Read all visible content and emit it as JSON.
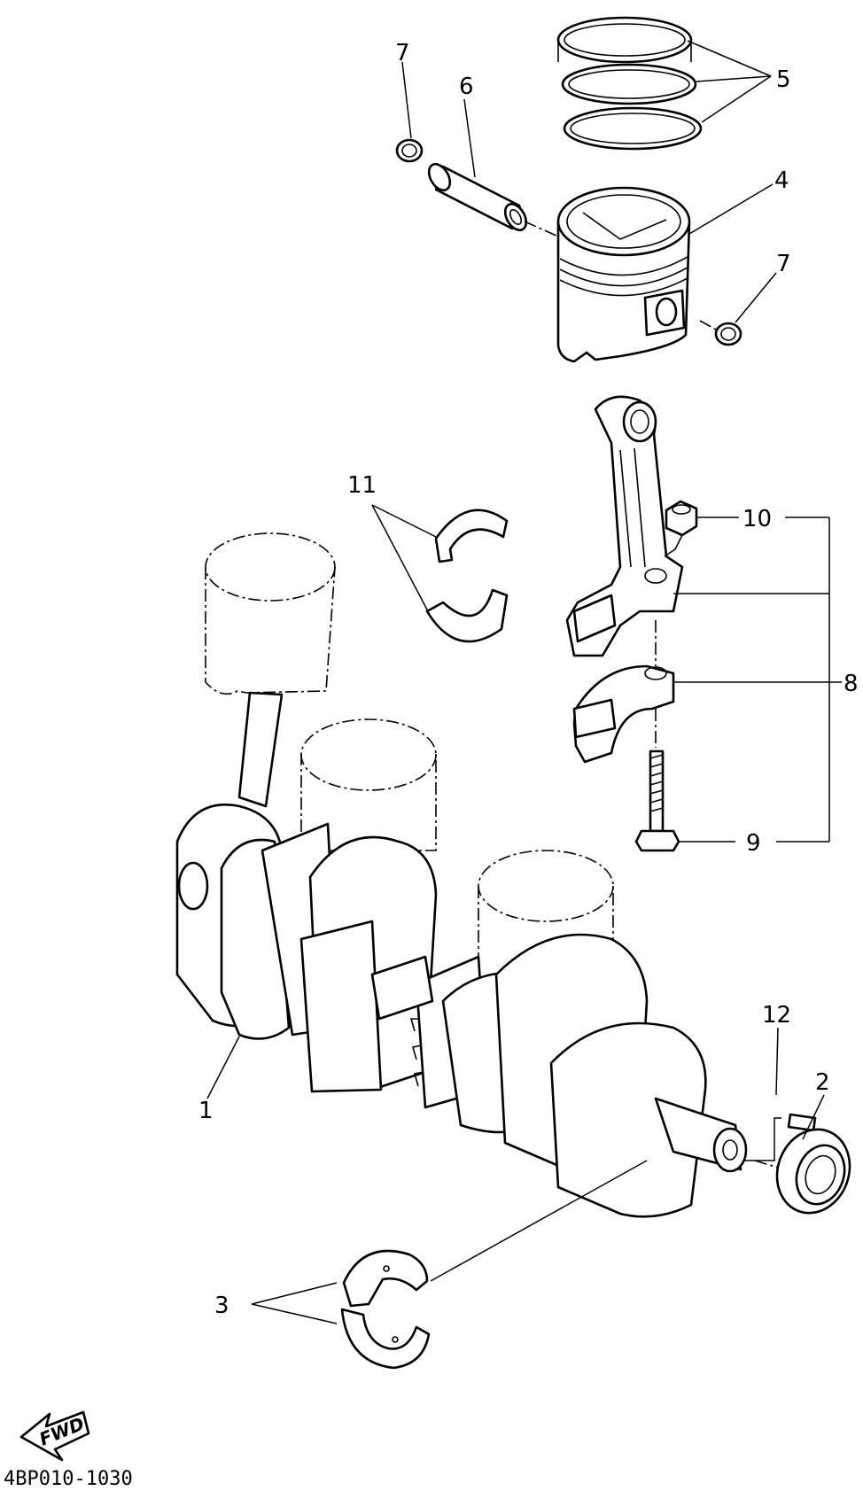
{
  "diagram_code": "4BP010-1030",
  "fwd_label": "FWD",
  "callouts": {
    "crankshaft": "1",
    "oil_seal": "2",
    "main_bearing": "3",
    "piston": "4",
    "piston_rings": "5",
    "piston_pin": "6",
    "circlip_top": "7",
    "circlip_right": "7",
    "connecting_rod_assy": "8",
    "rod_bolt": "9",
    "rod_nut": "10",
    "big_end_bearing": "11",
    "dowel_pin": "12"
  }
}
